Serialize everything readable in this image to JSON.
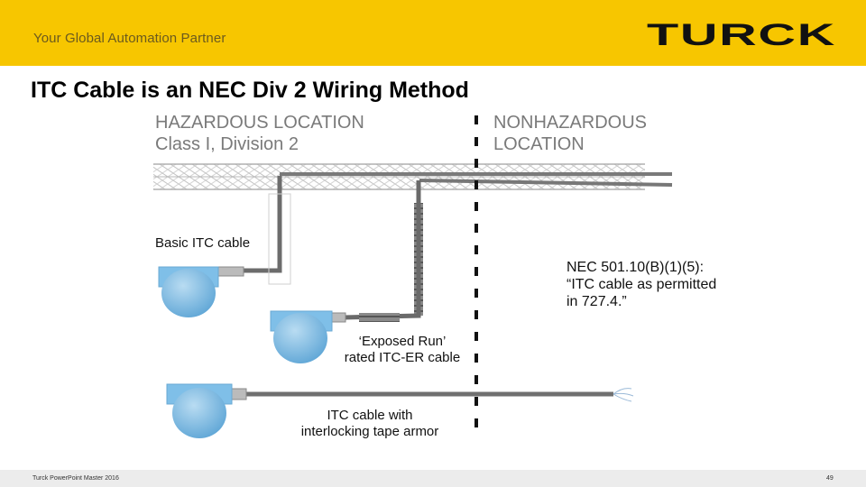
{
  "header": {
    "tagline": "Your Global Automation Partner",
    "logo_text": "TURCK",
    "brand_color": "#f7c600"
  },
  "slide": {
    "title": "ITC Cable is an NEC Div 2 Wiring Method"
  },
  "diagram": {
    "hazardous_label_line1": "HAZARDOUS LOCATION",
    "hazardous_label_line2": "Class I, Division 2",
    "nonhazardous_label_line1": "NONHAZARDOUS",
    "nonhazardous_label_line2": "LOCATION",
    "basic_itc_label": "Basic ITC cable",
    "nec_line1": "NEC 501.10(B)(1)(5):",
    "nec_line2": "“ITC cable as permitted",
    "nec_line3": "in 727.4.”",
    "exposed_run_line1": "‘Exposed Run’",
    "exposed_run_line2": "rated ITC-ER cable",
    "armor_line1": "ITC cable with",
    "armor_line2": "interlocking tape armor"
  },
  "footer": {
    "master_text": "Turck PowerPoint Master 2016",
    "page_number": "49"
  }
}
